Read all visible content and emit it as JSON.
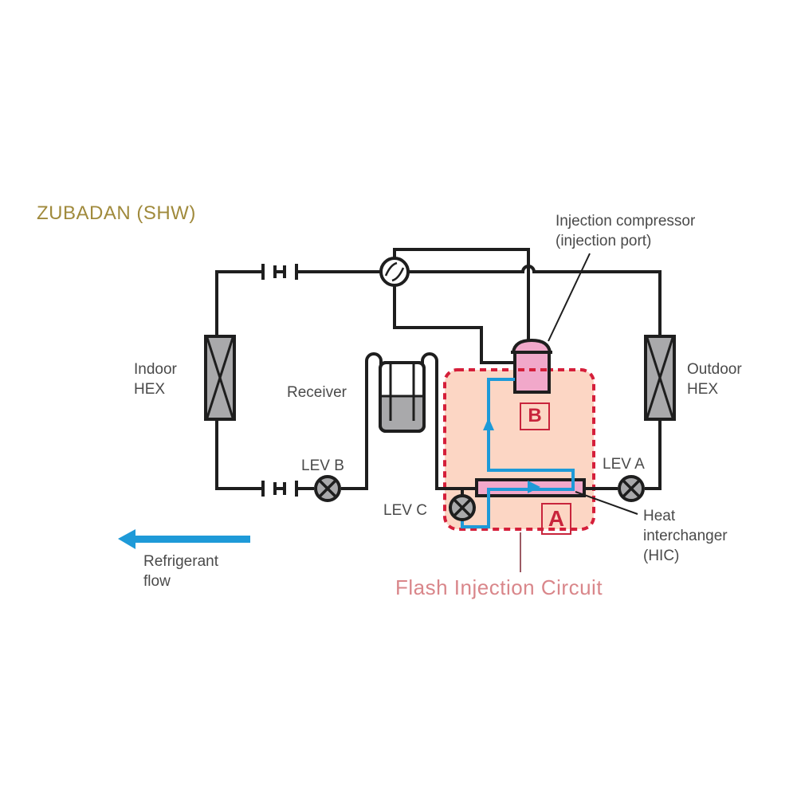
{
  "title": "ZUBADAN (SHW)",
  "colors": {
    "title": "#a08a3c",
    "pipe": "#1e1e1e",
    "component_gray": "#a9a9ab",
    "compressor_pink": "#f1a8ca",
    "circuit_fill": "#fcd6c4",
    "circuit_border": "#d51f3a",
    "injection_flow": "#1e9ad8",
    "label_text": "#4a4a4a",
    "circuit_label": "#d9868a",
    "box_label": "#c8243c"
  },
  "labels": {
    "indoor_hex": "Indoor\nHEX",
    "outdoor_hex": "Outdoor\nHEX",
    "receiver": "Receiver",
    "lev_a": "LEV A",
    "lev_b": "LEV B",
    "lev_c": "LEV C",
    "injection_compressor": "Injection compressor\n(injection port)",
    "heat_interchanger": "Heat\ninterchanger\n(HIC)",
    "refrigerant_flow": "Refrigerant\nflow",
    "flash_injection_circuit": "Flash Injection Circuit",
    "box_a": "A",
    "box_b": "B"
  },
  "legend": {
    "arrow_direction": "left",
    "meaning": "Refrigerant flow"
  }
}
